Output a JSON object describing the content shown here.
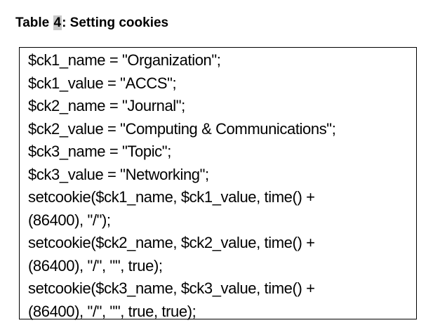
{
  "caption": {
    "prefix": "Table ",
    "number": "4",
    "title": ": Setting cookies"
  },
  "code_lines": [
    "$ck1_name = \"Organization\";",
    "$ck1_value = \"ACCS\";",
    "$ck2_name = \"Journal\";",
    "$ck2_value = \"Computing & Communications\";",
    "$ck3_name = \"Topic\";",
    "$ck3_value = \"Networking\";",
    "setcookie($ck1_name, $ck1_value, time() +",
    "(86400), \"/\");",
    "setcookie($ck2_name, $ck2_value, time() +",
    "(86400), \"/\", \"\", true);",
    "setcookie($ck3_name, $ck3_value, time() +",
    "(86400), \"/\", \"\", true, true);"
  ]
}
